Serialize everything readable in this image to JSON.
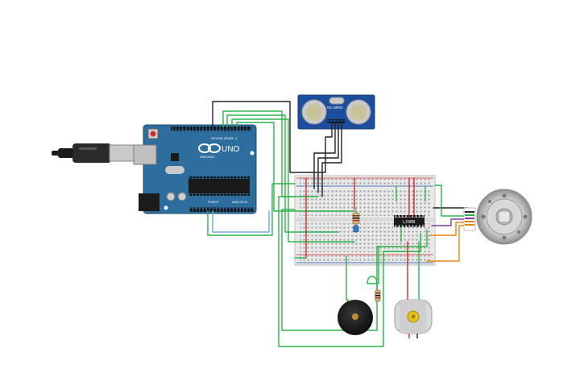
{
  "arduino": {
    "brand_label": "ARDUINO",
    "model_label": "UNO",
    "digital_label": "DIGITAL (PWM ~)",
    "power_label": "POWER",
    "analog_label": "ANALOG IN"
  },
  "ultrasonic": {
    "model_label": "HC-SR04"
  },
  "driver_ic": {
    "label": "L298N"
  },
  "colors": {
    "board_blue": "#2e6e9e",
    "breadboard": "#e9e9e9",
    "wire_green": "#2db34a",
    "wire_black": "#222222",
    "wire_red": "#d62b2b",
    "wire_orange": "#e5870f",
    "wire_lightblue": "#6ab0d8",
    "sensor_blue": "#1d4e9e"
  }
}
